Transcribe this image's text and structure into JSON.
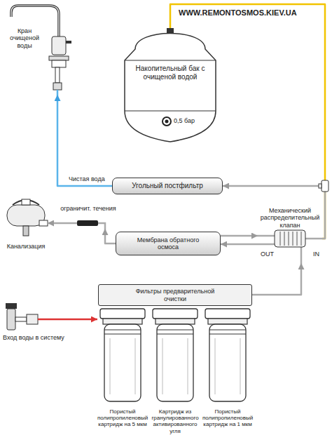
{
  "diagram": {
    "nodes": [
      {
        "text": [
          "Накопительный бак с очищеной водой",
          "0,5 бар"
        ]
      },
      {
        "text": [
          "Кран очищеной воды"
        ]
      },
      {
        "text": [
          "Угольный постфильтр"
        ]
      },
      {
        "text": [
          "Механический распределительный клапан",
          "OUT",
          "IN"
        ]
      },
      {
        "text": [
          "ограничит. течения"
        ]
      },
      {
        "text": [
          "Канализация"
        ]
      },
      {
        "text": [
          "Мембрана обратного осмоса"
        ]
      },
      {
        "text": [
          "Фильтры предварительной очистки"
        ]
      },
      {
        "text": [
          "Пористый полипропиленовый картридж на 5 мкм"
        ]
      },
      {
        "text": [
          "Картридж из гранулированного активированного угля"
        ]
      },
      {
        "text": [
          "Пористый полипропиленовый картридж на 1 мкм"
        ]
      },
      {
        "text": [
          "Вход воды в систему"
        ]
      }
    ],
    "edges": [
      {
        "from": 11,
        "to": 8,
        "arrow": "to"
      },
      {
        "from": 7,
        "to": 3,
        "arrow": "to"
      },
      {
        "from": 3,
        "to": 6,
        "arrow": "to"
      },
      {
        "from": 6,
        "to": 3,
        "arrow": "to"
      },
      {
        "from": 6,
        "to": 4,
        "arrow": "to"
      },
      {
        "from": 4,
        "to": 5,
        "arrow": "to"
      },
      {
        "from": 3,
        "to": 0,
        "arrow": "none"
      },
      {
        "from": 3,
        "to": 2,
        "arrow": "to"
      },
      {
        "from": 2,
        "to": 1,
        "label": "Чистая вода",
        "arrow": "to"
      }
    ],
    "labels": [
      "WWW.REMONTOSMOS.KIEV.UA"
    ]
  }
}
